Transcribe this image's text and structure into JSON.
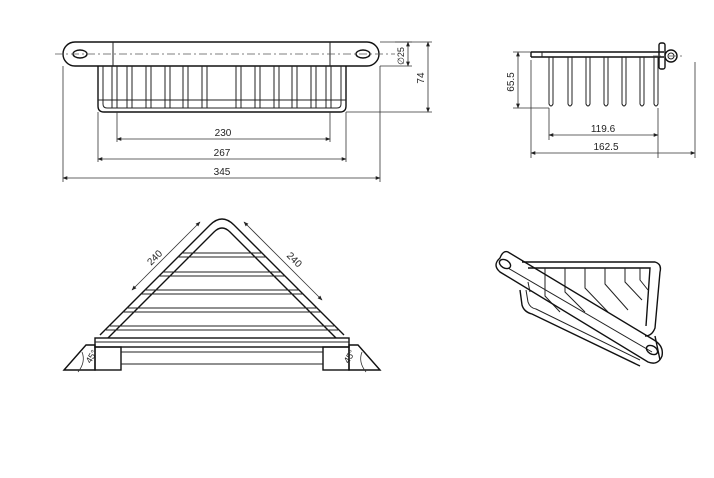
{
  "dimensions": {
    "front_inner": "230",
    "front_basket": "267",
    "front_total": "345",
    "diameter": "∅25",
    "height_total": "74",
    "side_height": "65.5",
    "side_inner": "119.6",
    "side_total": "162.5",
    "top_left_side": "240",
    "top_right_side": "240",
    "angle_left": "45°",
    "angle_right": "45°"
  }
}
